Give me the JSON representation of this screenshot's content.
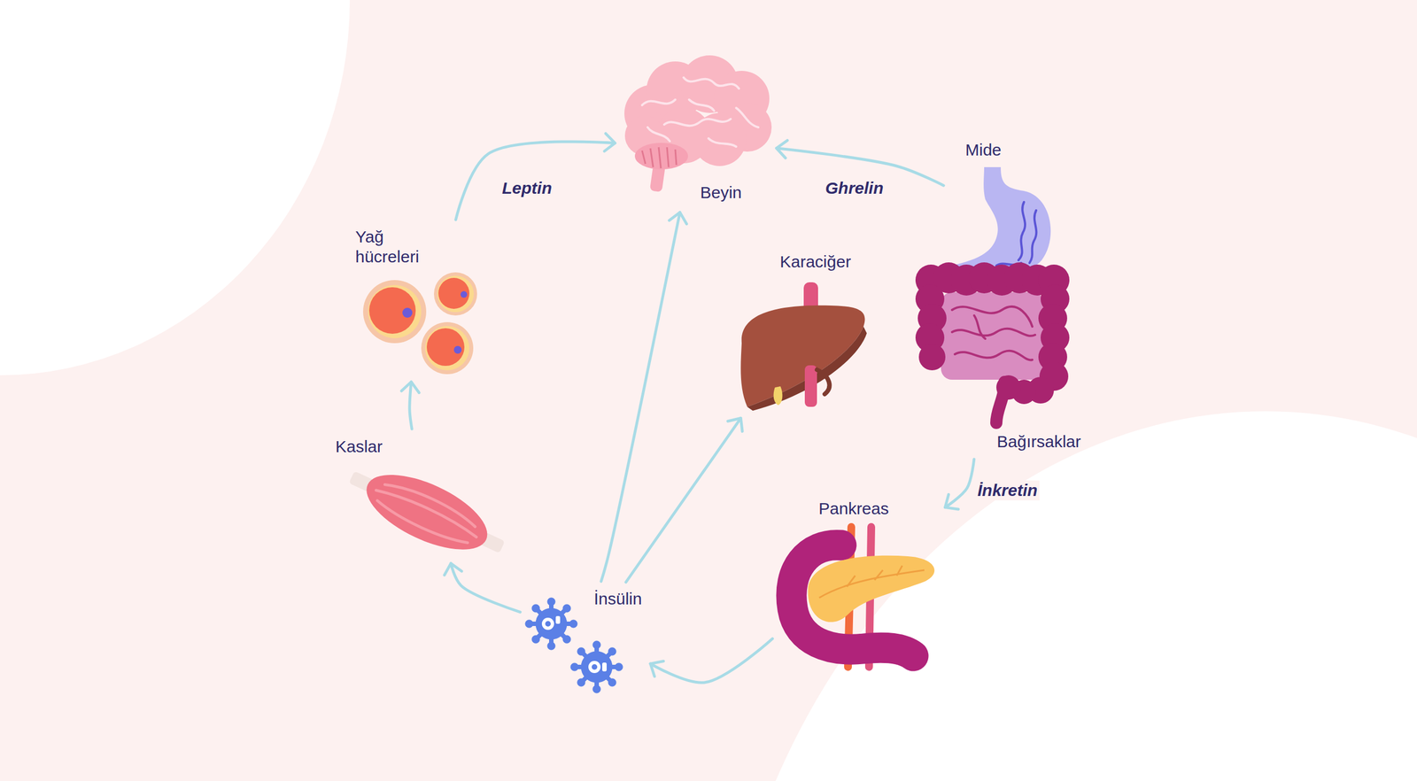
{
  "diagram": {
    "nodes": [
      {
        "text": [
          "Beyin"
        ]
      },
      {
        "text": [
          "Yağ hücreleri"
        ]
      },
      {
        "text": [
          "Mide"
        ]
      },
      {
        "text": [
          "Karaciğer"
        ]
      },
      {
        "text": [
          "Bağırsaklar"
        ]
      },
      {
        "text": [
          "Kaslar"
        ]
      },
      {
        "text": [
          "Pankreas"
        ]
      },
      {
        "text": [
          "İnsülin"
        ]
      }
    ],
    "edges": [
      {
        "from": 1,
        "to": 0,
        "arrow": "to",
        "label": "Leptin"
      },
      {
        "from": 2,
        "to": 0,
        "arrow": "to",
        "label": "Ghrelin"
      },
      {
        "from": 4,
        "to": 6,
        "arrow": "to",
        "label": "İnkretin"
      },
      {
        "from": 6,
        "to": 7,
        "arrow": "to"
      },
      {
        "from": 7,
        "to": 5,
        "arrow": "to"
      },
      {
        "from": 5,
        "to": 1,
        "arrow": "to"
      },
      {
        "from": 7,
        "to": 0,
        "arrow": "to"
      },
      {
        "from": 7,
        "to": 3,
        "arrow": "to"
      }
    ]
  }
}
